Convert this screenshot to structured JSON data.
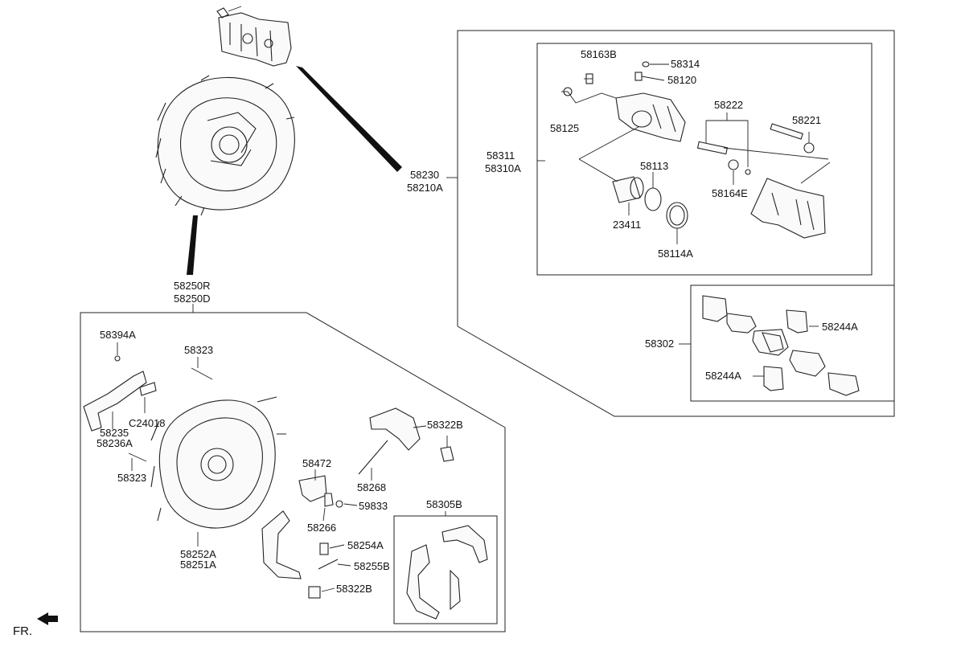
{
  "labels": {
    "p58163B": "58163B",
    "p58314": "58314",
    "p58120": "58120",
    "p58125": "58125",
    "p58222": "58222",
    "p58221": "58221",
    "p58311": "58311",
    "p58310A": "58310A",
    "p58113": "58113",
    "p58164E": "58164E",
    "p23411": "23411",
    "p58114A": "58114A",
    "p58230": "58230",
    "p58210A": "58210A",
    "p58244A_1": "58244A",
    "p58302": "58302",
    "p58244A_2": "58244A",
    "p58250R": "58250R",
    "p58250D": "58250D",
    "p58394A": "58394A",
    "p58323_1": "58323",
    "pC24018": "C24018",
    "p58235": "58235",
    "p58236A": "58236A",
    "p58323_2": "58323",
    "p58322B_1": "58322B",
    "p58472": "58472",
    "p58268": "58268",
    "p59833": "59833",
    "p58305B": "58305B",
    "p58266": "58266",
    "p58252A": "58252A",
    "p58251A": "58251A",
    "p58254A": "58254A",
    "p58255B": "58255B",
    "p58322B_2": "58322B",
    "fr": "FR."
  }
}
